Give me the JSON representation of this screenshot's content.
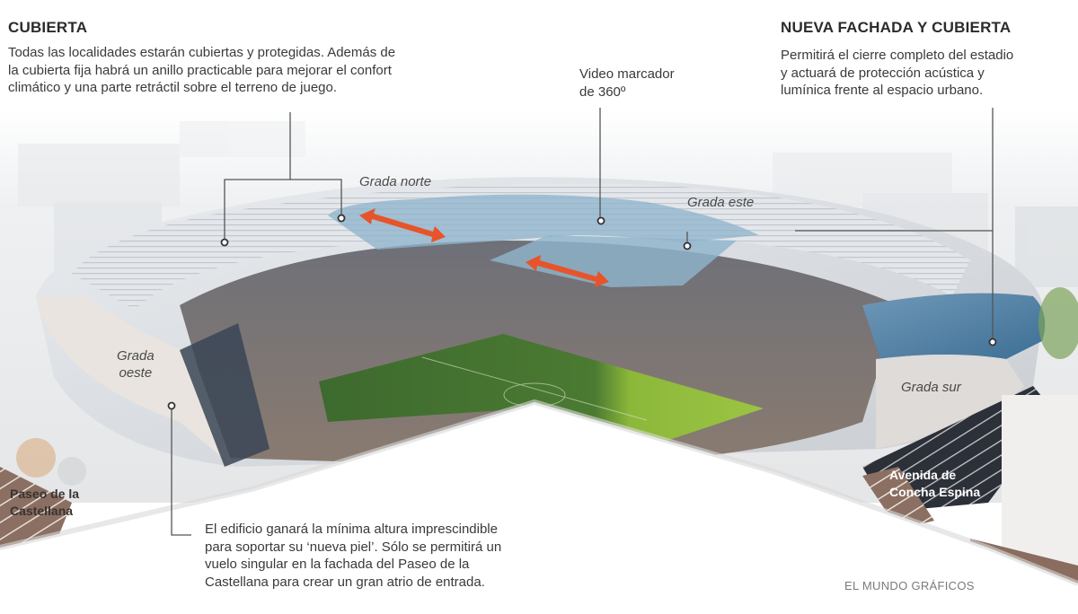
{
  "callouts": {
    "cubierta": {
      "title": "CUBIERTA",
      "lines": [
        "Todas las localidades estarán cubiertas y protegidas. Además de",
        "la cubierta fija habrá un anillo practicable para mejorar el confort",
        "climático  y una parte retráctil sobre el terreno de juego."
      ]
    },
    "video_marcador": {
      "lines": [
        "Video marcador",
        "de 360º"
      ]
    },
    "nueva_fachada": {
      "title": "NUEVA FACHADA Y CUBIERTA",
      "lines": [
        "Permitirá el cierre completo del estadio",
        "y actuará de protección acústica y",
        "lumínica frente al espacio urbano."
      ]
    },
    "edificio": {
      "lines": [
        "El edificio ganará la mínima altura imprescindible",
        "para soportar su ‘nueva piel’. Sólo se permitirá un",
        "vuelo singular en la fachada del Paseo de la",
        "Castellana para crear un gran atrio de entrada."
      ]
    }
  },
  "zones": {
    "grada_norte": "Grada norte",
    "grada_este": "Grada este",
    "grada_oeste": [
      "Grada",
      "oeste"
    ],
    "grada_sur": "Grada sur"
  },
  "streets": {
    "castellana": [
      "Paseo de la",
      "Castellana"
    ],
    "concha_espina": [
      "Avenida de",
      "Concha Espina"
    ]
  },
  "credit": "EL MUNDO GRÁFICOS",
  "colors": {
    "text": "#333333",
    "retractable_roof": "#8fb4cc",
    "arrow": "#e8542a",
    "pitch_dark": "#3f6b2e",
    "pitch_light": "#8cb83a",
    "facade_blue": "#4f7fa3",
    "callout_line": "#555555"
  }
}
